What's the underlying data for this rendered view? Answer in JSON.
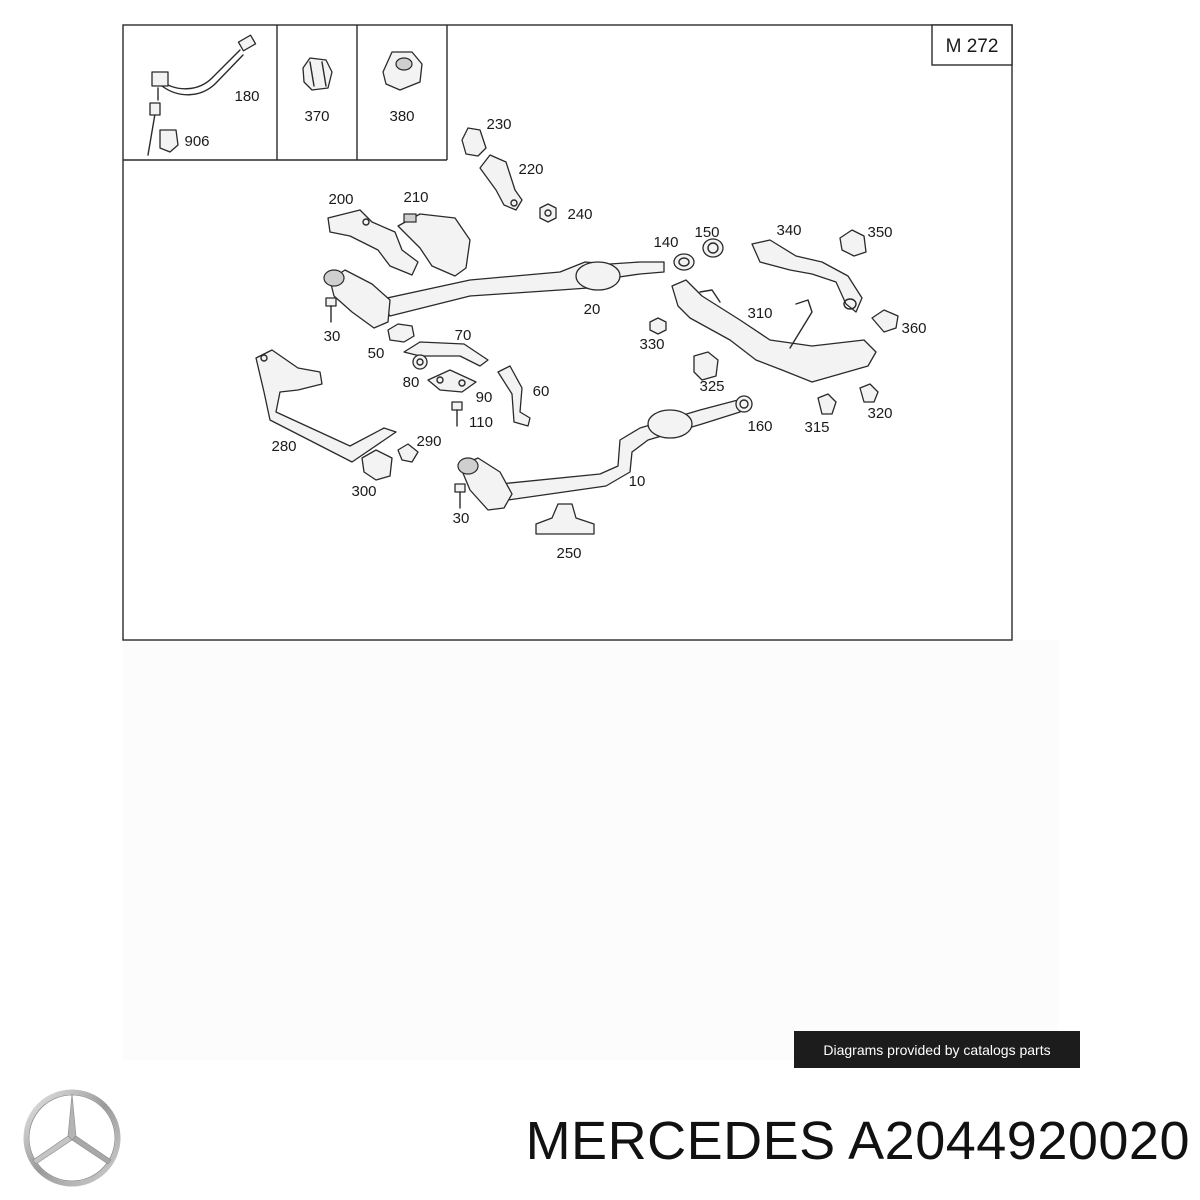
{
  "diagram": {
    "model_code": "M 272",
    "labels": [
      {
        "id": "label-180",
        "text": "180"
      },
      {
        "id": "label-906",
        "text": "906"
      },
      {
        "id": "label-370",
        "text": "370"
      },
      {
        "id": "label-380",
        "text": "380"
      },
      {
        "id": "label-230",
        "text": "230"
      },
      {
        "id": "label-220",
        "text": "220"
      },
      {
        "id": "label-240",
        "text": "240"
      },
      {
        "id": "label-200",
        "text": "200"
      },
      {
        "id": "label-210",
        "text": "210"
      },
      {
        "id": "label-140",
        "text": "140"
      },
      {
        "id": "label-150",
        "text": "150"
      },
      {
        "id": "label-340",
        "text": "340"
      },
      {
        "id": "label-350",
        "text": "350"
      },
      {
        "id": "label-20",
        "text": "20"
      },
      {
        "id": "label-310",
        "text": "310"
      },
      {
        "id": "label-360",
        "text": "360"
      },
      {
        "id": "label-30a",
        "text": "30"
      },
      {
        "id": "label-50",
        "text": "50"
      },
      {
        "id": "label-70",
        "text": "70"
      },
      {
        "id": "label-330",
        "text": "330"
      },
      {
        "id": "label-80",
        "text": "80"
      },
      {
        "id": "label-90",
        "text": "90"
      },
      {
        "id": "label-60",
        "text": "60"
      },
      {
        "id": "label-325",
        "text": "325"
      },
      {
        "id": "label-110",
        "text": "110"
      },
      {
        "id": "label-160",
        "text": "160"
      },
      {
        "id": "label-315",
        "text": "315"
      },
      {
        "id": "label-320",
        "text": "320"
      },
      {
        "id": "label-280",
        "text": "280"
      },
      {
        "id": "label-290",
        "text": "290"
      },
      {
        "id": "label-300",
        "text": "300"
      },
      {
        "id": "label-10",
        "text": "10"
      },
      {
        "id": "label-30b",
        "text": "30"
      },
      {
        "id": "label-250",
        "text": "250"
      }
    ]
  },
  "credit": "Diagrams provided by catalogs parts",
  "brand_icon": "mercedes-star-logo-icon",
  "title": "MERCEDES A2044920020"
}
